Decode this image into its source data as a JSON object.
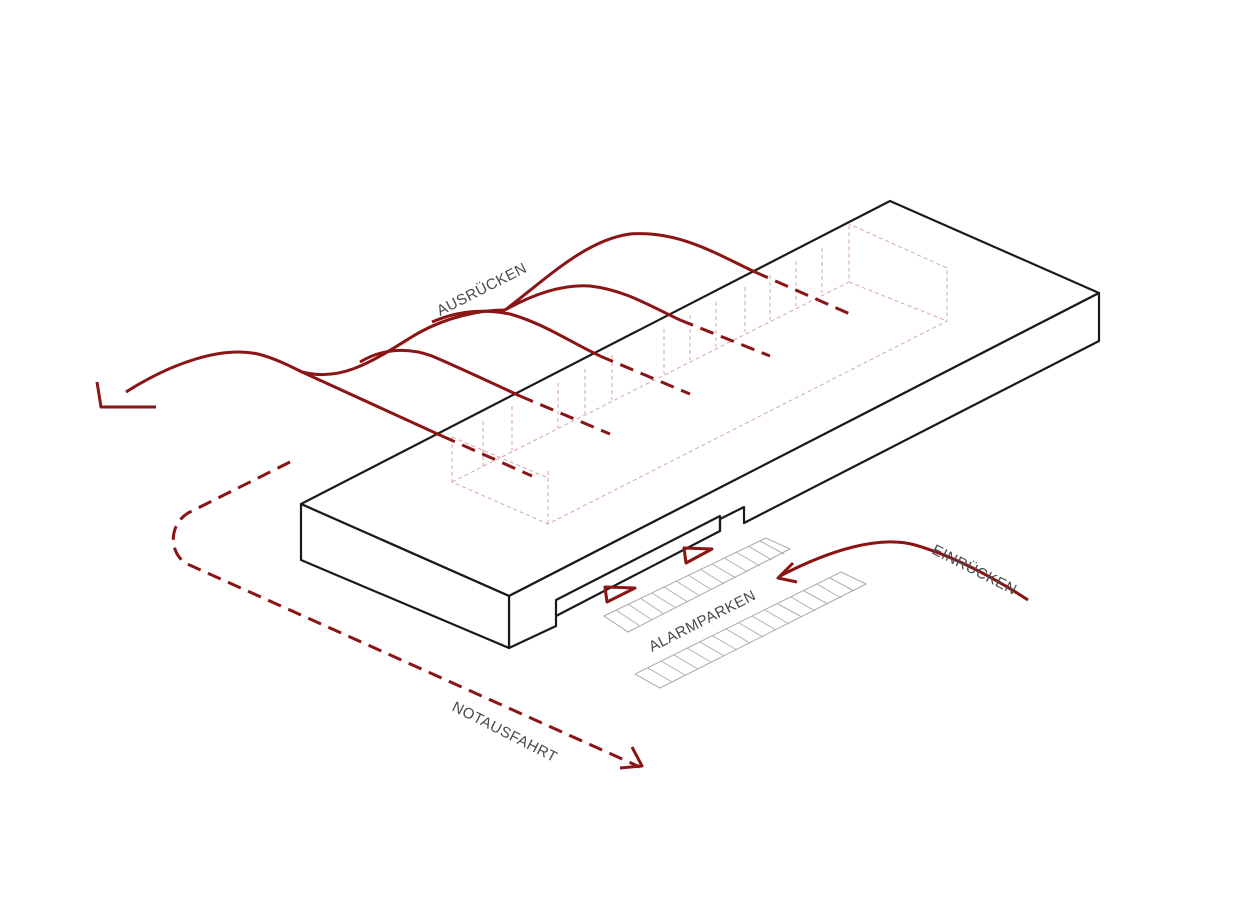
{
  "colors": {
    "route": "#8b1414",
    "outline": "#1a1a1a",
    "hidden": "#d9a5a5",
    "label": "#4a4a4a",
    "parking": "#a8a8a8"
  },
  "labels": {
    "ausruecken": "AUSRÜCKEN",
    "einruecken": "EINRÜCKEN",
    "alarmparken": "ALARMPARKEN",
    "notausfahrt": "NOTAUSFAHRT"
  },
  "icons": {
    "exit_arrow": "left-arrow-icon",
    "entry_arrow": "arrow-head-icon",
    "direction_markers": "triangle-marker-icon",
    "emergency_arrow": "arrow-head-icon"
  }
}
